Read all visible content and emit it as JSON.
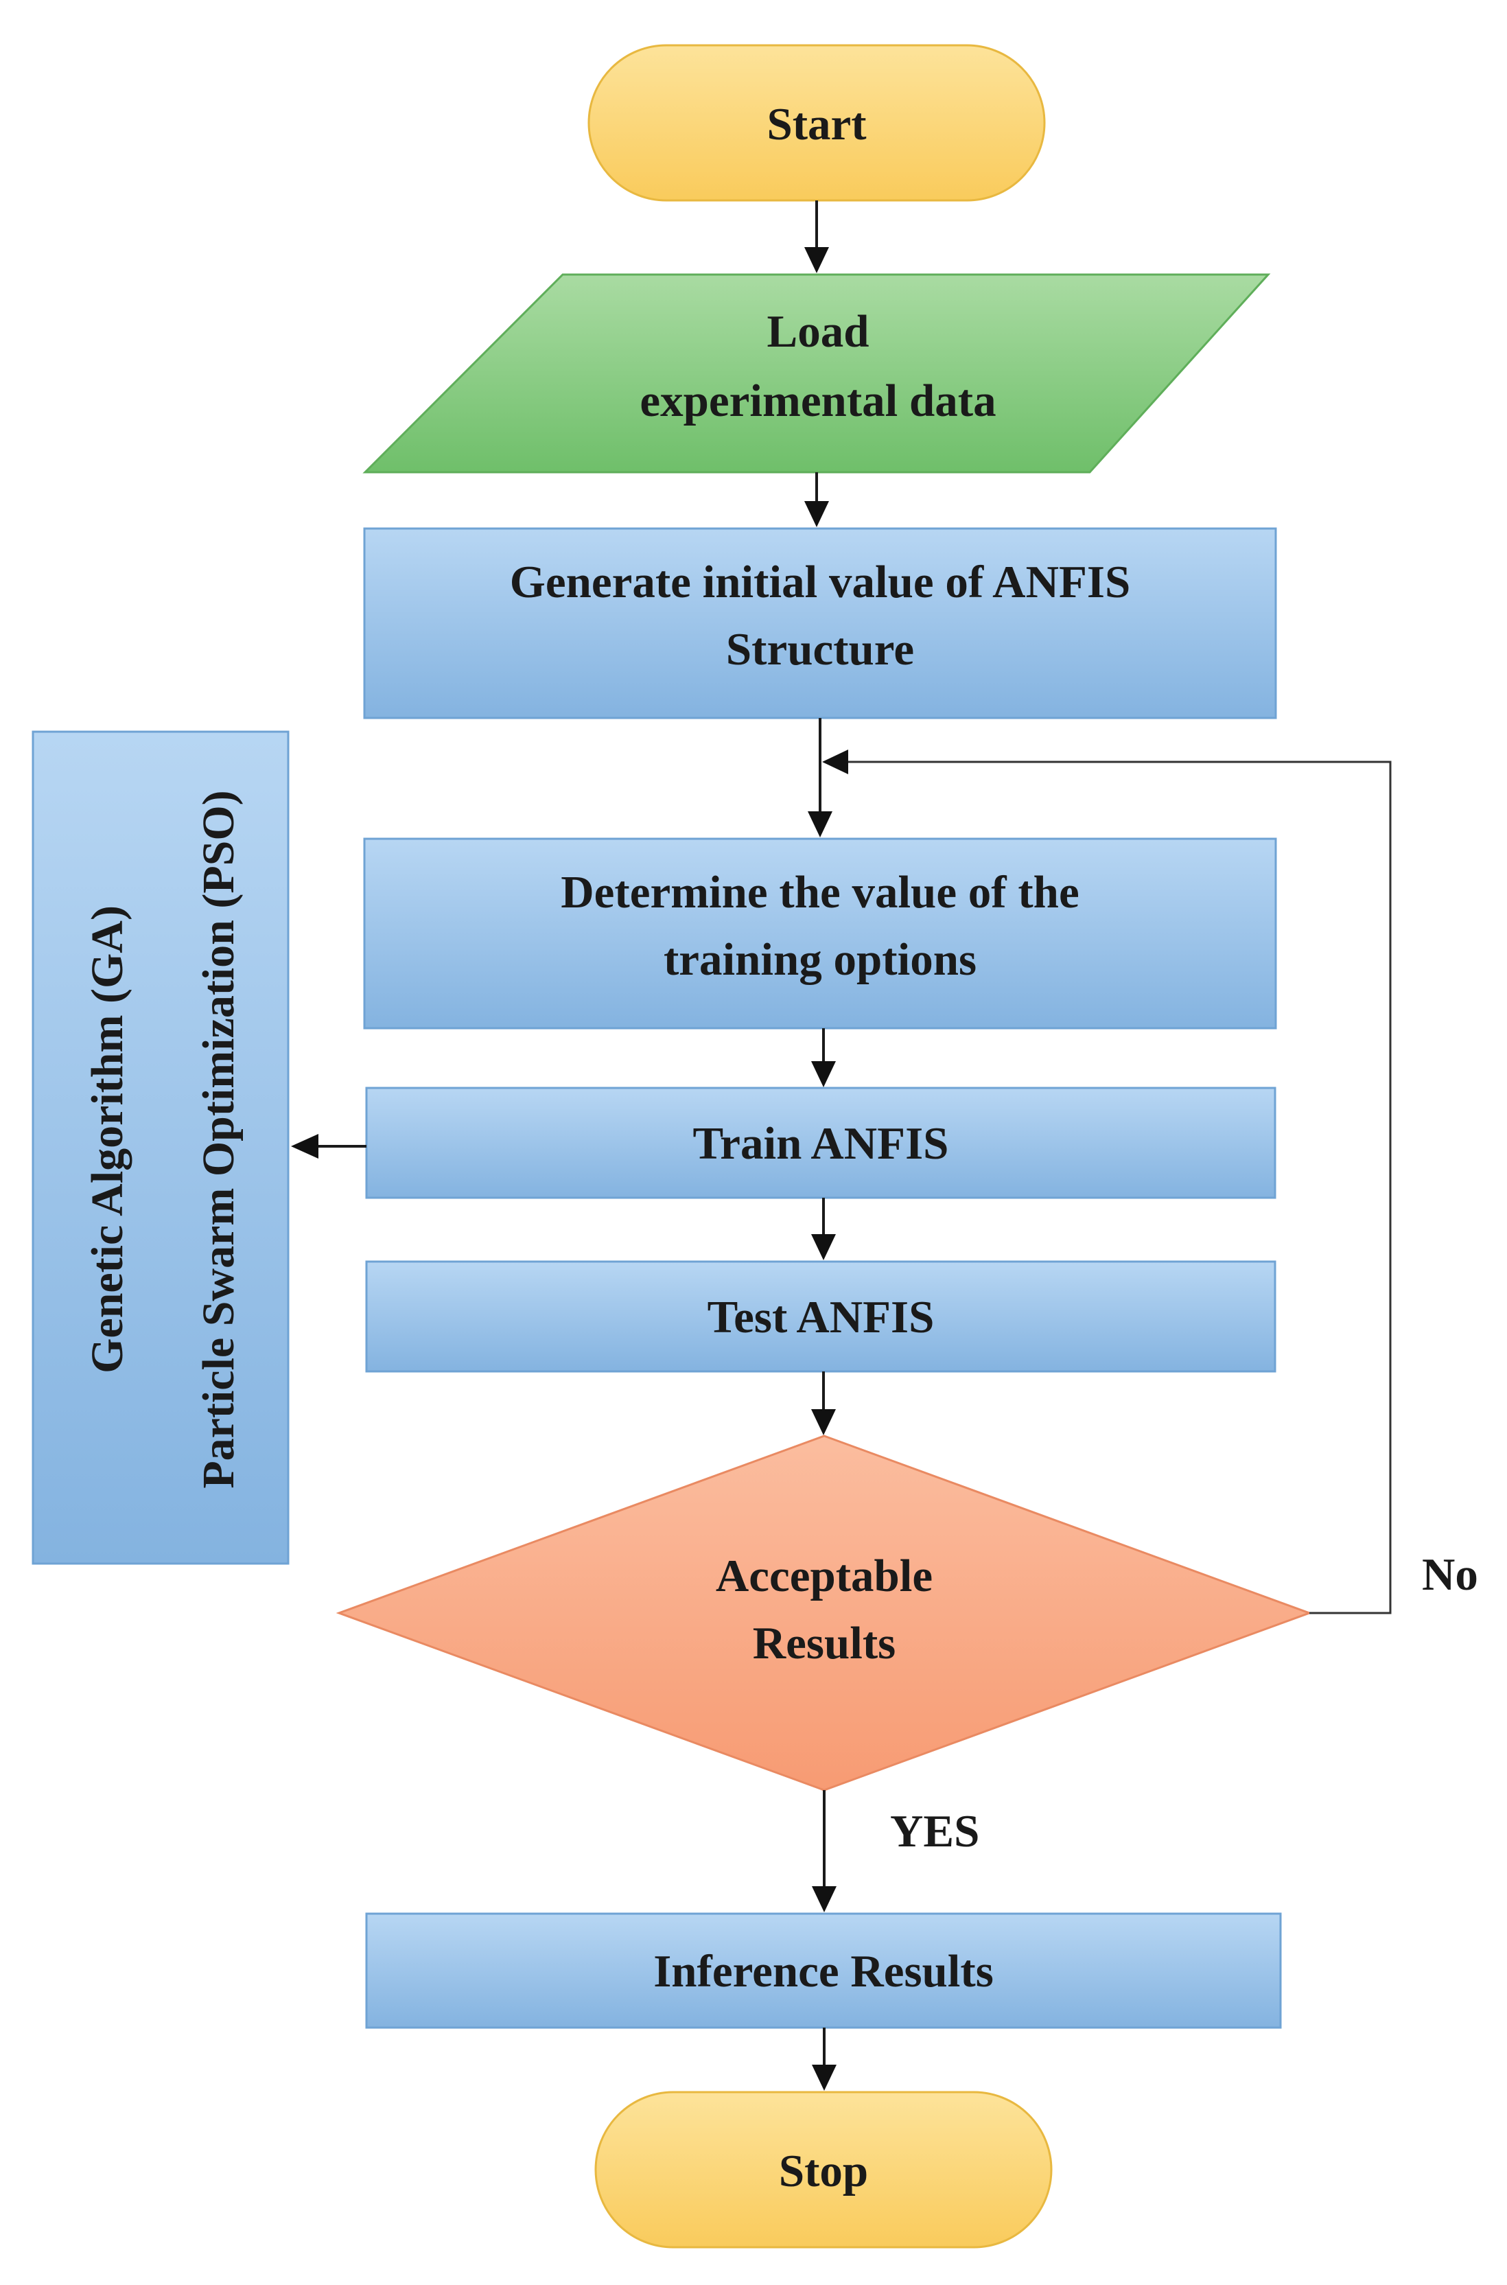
{
  "diagram": {
    "start": {
      "label": "Start",
      "fill": "#fcd77f"
    },
    "load": {
      "lines": [
        "Load",
        "experimental data"
      ],
      "fill": "#8fce8b"
    },
    "generate": {
      "lines": [
        "Generate initial value of ANFIS",
        "Structure"
      ],
      "fill": "#9fc6ec"
    },
    "determine": {
      "lines": [
        "Determine the value of the",
        "training options"
      ],
      "fill": "#9fc6ec"
    },
    "train": {
      "label": "Train ANFIS",
      "fill": "#9fc6ec"
    },
    "test": {
      "label": "Test ANFIS",
      "fill": "#9fc6ec"
    },
    "decision": {
      "lines": [
        "Acceptable",
        "Results"
      ],
      "fill": "#f9ab8b"
    },
    "no_label": "No",
    "yes_label": "YES",
    "inference": {
      "label": "Inference Results",
      "fill": "#9fc6ec"
    },
    "stop": {
      "label": "Stop",
      "fill": "#fcd77f"
    },
    "optimizer": {
      "lines": [
        "Genetic  Algorithm (GA)",
        "Particle Swarm Optimization (PSO)"
      ],
      "fill": "#9fc6ec"
    }
  }
}
